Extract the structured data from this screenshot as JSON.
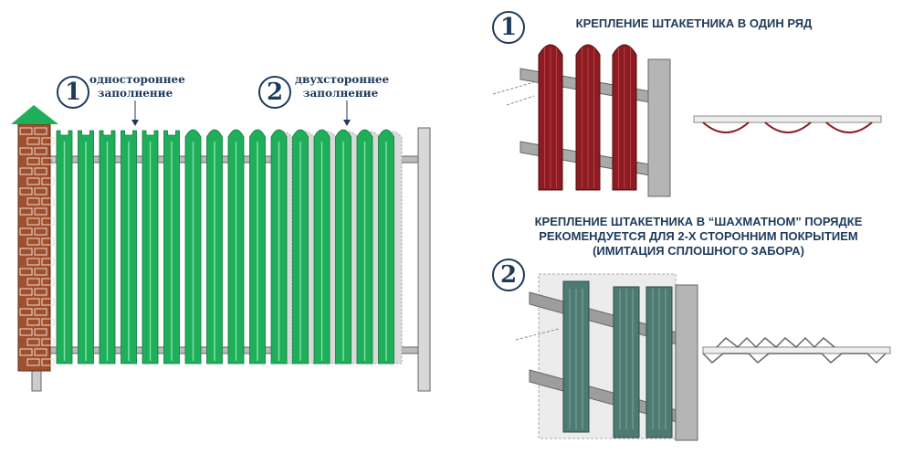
{
  "left_panel": {
    "variant_1": {
      "number": "1",
      "label_line1": "одностороннее",
      "label_line2": "заполнение"
    },
    "variant_2": {
      "number": "2",
      "label_line1": "двухстороннее",
      "label_line2": "заполнение"
    }
  },
  "right_panel": {
    "method_1": {
      "number": "1",
      "title": "КРЕПЛЕНИЕ ШТАКЕТНИКА В ОДИН РЯД"
    },
    "method_2": {
      "number": "2",
      "title_line1": "КРЕПЛЕНИЕ ШТАКЕТНИКА В “ШАХМАТНОМ” ПОРЯДКЕ",
      "title_line2": "РЕКОМЕНДУЕТСЯ ДЛЯ 2-Х СТОРОННИМ ПОКРЫТИЕМ",
      "title_line3": "(ИМИТАЦИЯ СПЛОШНОГО ЗАБОРА)"
    }
  },
  "colors": {
    "green": "#1fae5a",
    "red": "#8c1c22",
    "slate": "#4d7a72",
    "gray": "#9a9a9a",
    "text": "#1d3a5a",
    "brick": "#a0502e"
  }
}
